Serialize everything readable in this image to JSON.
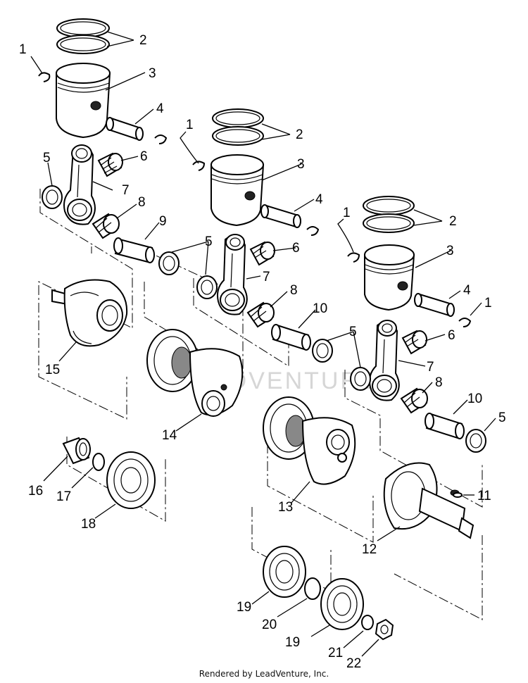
{
  "diagram": {
    "callouts": {
      "c1a": "1",
      "c1b": "1",
      "c1c": "1",
      "c1d": "1",
      "c2a": "2",
      "c2b": "2",
      "c2c": "2",
      "c3a": "3",
      "c3b": "3",
      "c3c": "3",
      "c4a": "4",
      "c4b": "4",
      "c4c": "4",
      "c5a": "5",
      "c5b": "5",
      "c5c": "5",
      "c5d": "5",
      "c6a": "6",
      "c6b": "6",
      "c6c": "6",
      "c7a": "7",
      "c7b": "7",
      "c7c": "7",
      "c8a": "8",
      "c8b": "8",
      "c8c": "8",
      "c9": "9",
      "c10a": "10",
      "c10b": "10",
      "c11": "11",
      "c12": "12",
      "c13": "13",
      "c14": "14",
      "c15": "15",
      "c16": "16",
      "c17": "17",
      "c18": "18",
      "c19a": "19",
      "c19b": "19",
      "c20": "20",
      "c21": "21",
      "c22": "22"
    },
    "watermark": "ADVENTURE"
  },
  "footer": {
    "text": "Rendered by LeadVenture, Inc."
  }
}
